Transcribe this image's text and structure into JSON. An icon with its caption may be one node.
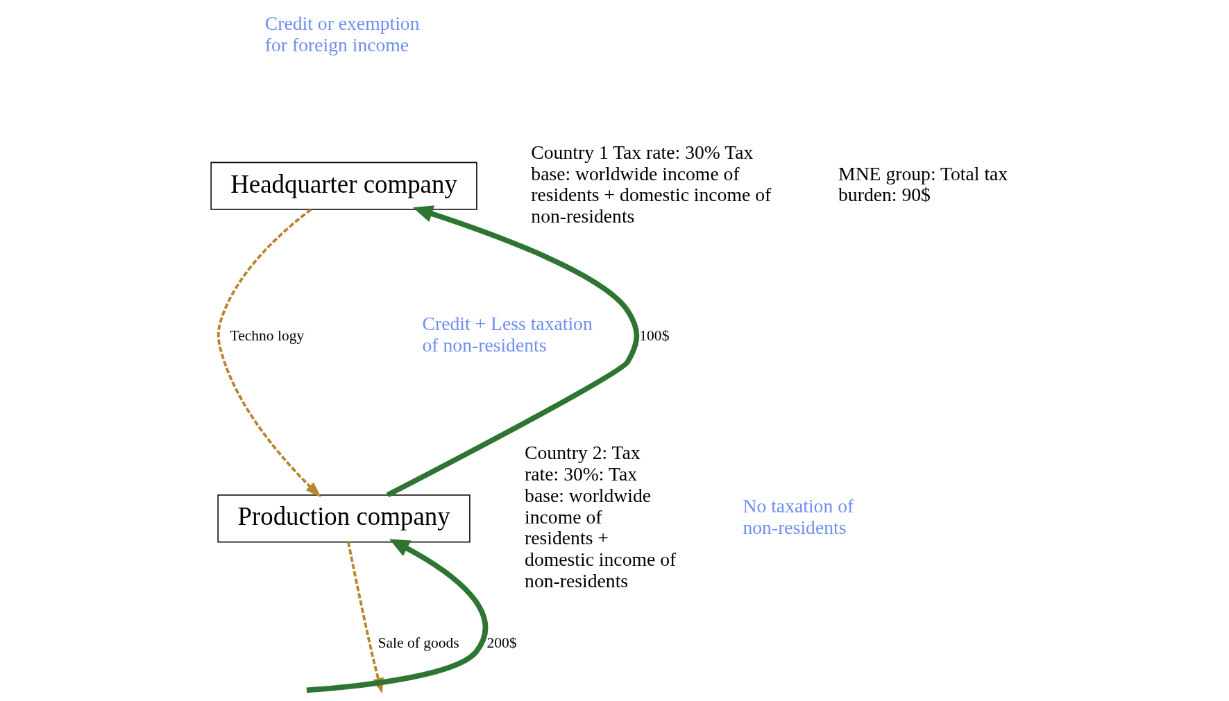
{
  "diagram": {
    "nodes": [
      {
        "text": [
          "Headquarter company"
        ]
      },
      {
        "text": [
          "Production company"
        ]
      }
    ],
    "edges": [
      {
        "from": 1,
        "to": 0,
        "arrow": "to",
        "label": "100$",
        "style": "thick",
        "color": "#2e7532"
      },
      {
        "from": 0,
        "to": 1,
        "arrow": "to",
        "label": "Techno logy",
        "style": "dashed",
        "color": "#b8862e"
      },
      {
        "from": null,
        "to": 1,
        "arrow": "to",
        "label": "200$",
        "style": "thick",
        "color": "#2e7532"
      },
      {
        "from": 1,
        "to": null,
        "arrow": "to",
        "label": "Sale of goods",
        "style": "dashed",
        "color": "#b8862e"
      }
    ],
    "labels": [
      "Credit or exemption for foreign income",
      "Country 1 Tax rate: 30% Tax base: worldwide income of residents + domestic income of non-residents",
      "MNE group: Total tax burden: 90$",
      "Credit + Less taxation of non-residents",
      "Country 2: Tax rate: 30%: Tax base: worldwide income of residents + domestic income of non-residents",
      "No taxation of non-residents"
    ]
  }
}
